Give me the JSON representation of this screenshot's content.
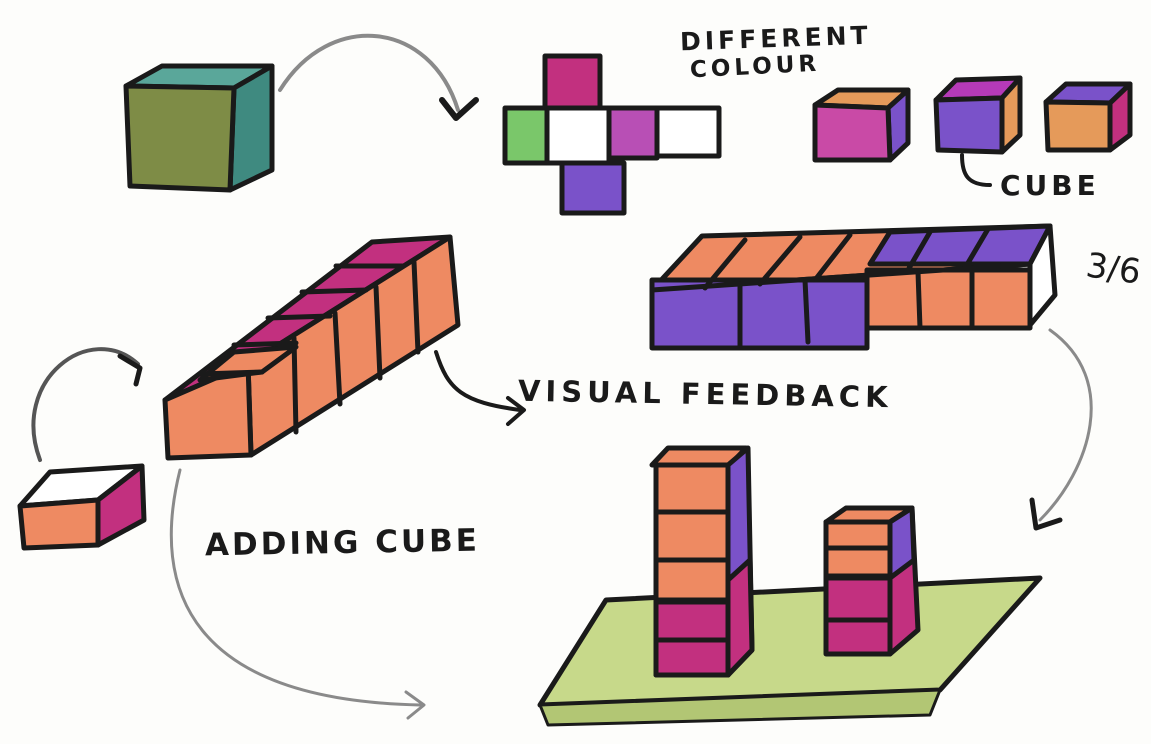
{
  "labels": {
    "different": "DIFFERENT",
    "colour": "COLOUR",
    "cube": "CUBE",
    "fraction": "3/6",
    "visual_feedback": "VISUAL FEEDBACK",
    "adding_cube": "ADDING CUBE"
  },
  "colors": {
    "ink": "#1a1a1a",
    "orange": "#ee8a62",
    "magenta": "#c2307f",
    "purple": "#7a52c9",
    "green": "#7ac76a",
    "teal": "#3f8a80",
    "olive": "#7e8c46",
    "lime_base": "#c7d98a",
    "arrow_gray": "#8a8a8a"
  }
}
